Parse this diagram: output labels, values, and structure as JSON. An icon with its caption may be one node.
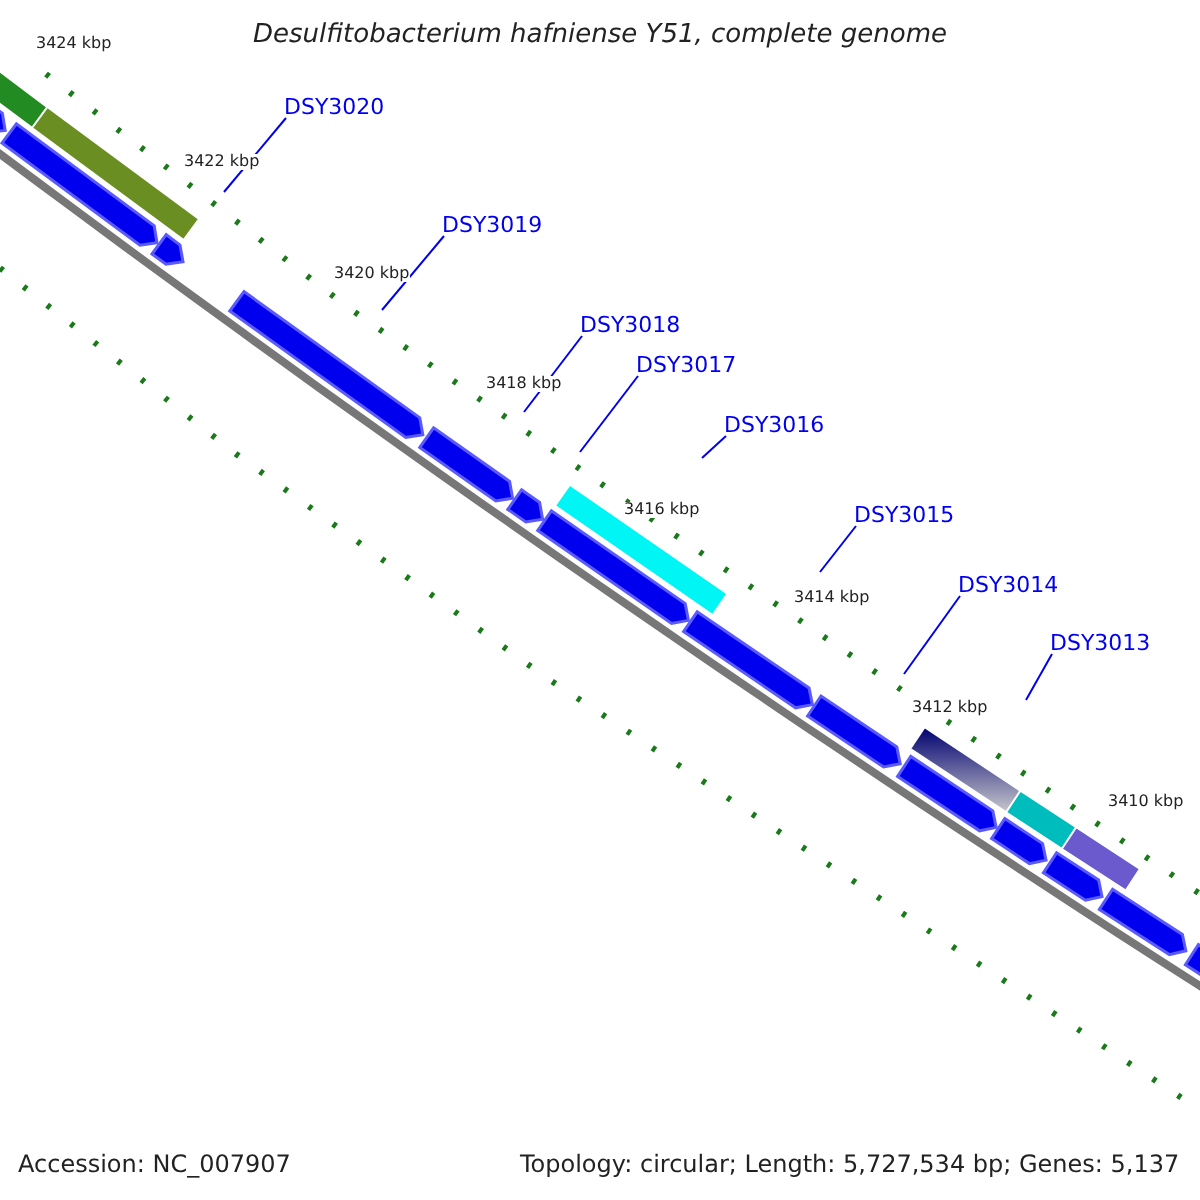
{
  "diagram": {
    "title": "Desulfitobacterium hafniense Y51, complete genome",
    "nodes": [
      {
        "text": [
          "DSY3020"
        ]
      },
      {
        "text": [
          "DSY3019"
        ]
      },
      {
        "text": [
          "DSY3018"
        ]
      },
      {
        "text": [
          "DSY3017"
        ]
      },
      {
        "text": [
          "DSY3016"
        ]
      },
      {
        "text": [
          "DSY3015"
        ]
      },
      {
        "text": [
          "DSY3014"
        ]
      },
      {
        "text": [
          "DSY3013"
        ]
      }
    ],
    "edges": [
      {
        "from": 0,
        "to": null,
        "arrow": "none"
      },
      {
        "from": 1,
        "to": null,
        "arrow": "none"
      },
      {
        "from": 2,
        "to": null,
        "arrow": "none"
      },
      {
        "from": 3,
        "to": null,
        "arrow": "none"
      },
      {
        "from": 4,
        "to": null,
        "arrow": "none"
      },
      {
        "from": 5,
        "to": null,
        "arrow": "none"
      },
      {
        "from": 6,
        "to": null,
        "arrow": "none"
      },
      {
        "from": 7,
        "to": null,
        "arrow": "none"
      }
    ],
    "labels": [
      "3424 kbp",
      "3422 kbp",
      "3420 kbp",
      "3418 kbp",
      "3416 kbp",
      "3414 kbp",
      "3412 kbp",
      "3410 kbp",
      "Accession: NC_007907",
      "Topology: circular; Length: 5,727,534 bp; Genes: 5,137"
    ]
  }
}
